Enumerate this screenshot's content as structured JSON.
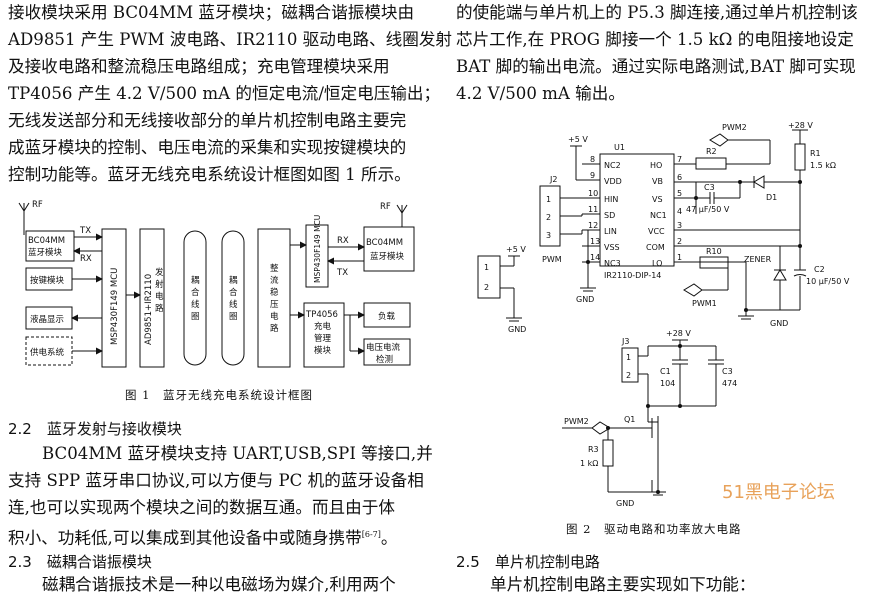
{
  "left_column": {
    "intro_lines": [
      "接收模块采用 BC04MM 蓝牙模块；磁耦合谐振模块由",
      "AD9851 产生 PWM 波电路、IR2110 驱动电路、线圈发射",
      "及接收电路和整流稳压电路组成；充电管理模块采用",
      "TP4056 产生 4.2 V/500 mA 的恒定电流/恒定电压输出；",
      "无线发送部分和无线接收部分的单片机控制电路主要完",
      "成蓝牙模块的控制、电压电流的采集和实现按键模块的",
      "控制功能等。蓝牙无线充电系统设计框图如图 1 所示。"
    ],
    "figure1": {
      "caption": "图 1　蓝牙无线充电系统设计框图",
      "labels": {
        "rf_left": "RF",
        "rf_right": "RF",
        "bt_left": [
          "BC04MM",
          "蓝牙模块"
        ],
        "bt_right": [
          "BC04MM",
          "蓝牙模块"
        ],
        "tx": "TX",
        "rx": "RX",
        "rx2": "RX",
        "tx2": "TX",
        "key": "按键模块",
        "lcd": "液晶显示",
        "power": "供电系统",
        "mcu1": "MSP430F149 MCU",
        "driver": [
          "AD9851+IR2110",
          "发射电路"
        ],
        "coil1": [
          "耦",
          "合",
          "线",
          "圈"
        ],
        "coil2": [
          "耦",
          "合",
          "线",
          "圈"
        ],
        "rectifier": [
          "整",
          "流",
          "稳",
          "压",
          "电",
          "路"
        ],
        "mcu2": "MSP430F149 MCU",
        "charger": [
          "TP4056",
          "充电",
          "管理",
          "模块"
        ],
        "load": "负载",
        "detect": [
          "电压电流",
          "检测"
        ]
      }
    },
    "section_2_2": {
      "heading": "2.2　蓝牙发射与接收模块",
      "lines": [
        "BC04MM 蓝牙模块支持 UART,USB,SPI 等接口,并",
        "支持 SPP 蓝牙串口协议,可以方便与 PC 机的蓝牙设备相",
        "连,也可以实现两个模块之间的数据互通。而且由于体",
        "积小、功耗低,可以集成到其他设备中或随身携带"
      ],
      "citation": "[6-7]",
      "last_end": "。"
    },
    "section_2_3": {
      "heading": "2.3　磁耦合谐振模块",
      "lines": [
        "磁耦合谐振技术是一种以电磁场为媒介,利用两个"
      ]
    }
  },
  "right_column": {
    "intro_lines": [
      "的使能端与单片机上的 P5.3 脚连接,通过单片机控制该",
      "芯片工作,在 PROG 脚接一个 1.5 kΩ 的电阻接地设定",
      "BAT 脚的输出电流。通过实际电路测试,BAT 脚可实现",
      "4.2 V/500 mA 输出。"
    ],
    "figure2": {
      "caption": "图 2　驱动电路和功率放大电路",
      "labels": {
        "vcc5_top": "+5 V",
        "u1": "U1",
        "pwm2": "PWM2",
        "r2": "R2",
        "plus28": "+28 V",
        "r1": "R1",
        "r1_val": "1.5 kΩ",
        "c3": "C3",
        "c3_val": "47 μF/50 V",
        "d1": "D1",
        "j2": "J2",
        "vcc5_mid": "+5 V",
        "pwm": "PWM",
        "gnd": "GND",
        "chip": "IR2110-DIP-14",
        "r10": "R10",
        "pwm1": "PWM1",
        "zener": "ZENER",
        "c2": "C2",
        "c2_val": "10 μF/50 V",
        "j3": "J3",
        "plus28_b": "+28 V",
        "c1": "C1",
        "c1_val": "104",
        "c3b": "C3",
        "c3b_val": "474",
        "pwm2_b": "PWM2",
        "q1": "Q1",
        "r3": "R3",
        "r3_val": "1 kΩ",
        "pins_left": [
          "NC2",
          "VDD",
          "HIN",
          "SD",
          "LIN",
          "VSS",
          "NC3"
        ],
        "pins_left_num": [
          "8",
          "9",
          "10",
          "11",
          "12",
          "13",
          "14"
        ],
        "pins_right": [
          "HO",
          "VB",
          "VS",
          "NC1",
          "VCC",
          "COM",
          "LO"
        ],
        "pins_right_num": [
          "7",
          "6",
          "5",
          "4",
          "3",
          "2",
          "1"
        ],
        "conn_pins": [
          "1",
          "2",
          "3"
        ]
      }
    },
    "watermark": "51黑电子论坛",
    "section_2_5": {
      "heading": "2.5　单片机控制电路",
      "lines": [
        "单片机控制电路主要实现如下功能："
      ]
    }
  }
}
